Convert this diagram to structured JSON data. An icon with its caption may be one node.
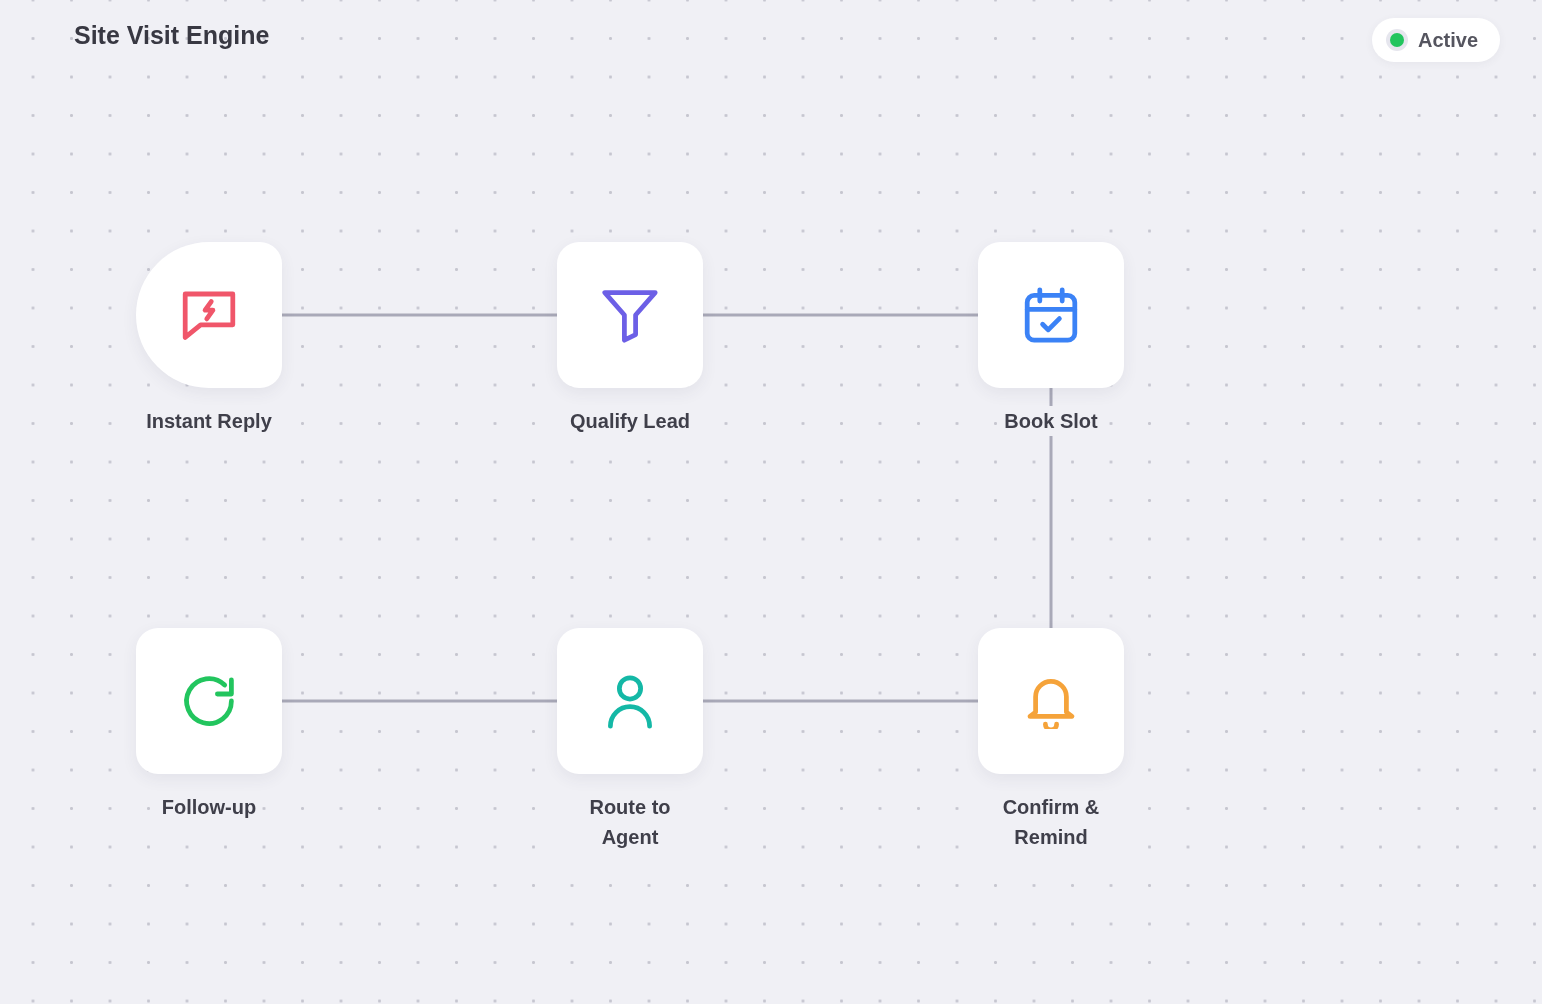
{
  "diagram": {
    "title": "Site Visit Engine",
    "nodes": [
      {
        "text": [
          "Instant Reply"
        ]
      },
      {
        "text": [
          "Qualify Lead"
        ]
      },
      {
        "text": [
          "Book Slot"
        ]
      },
      {
        "text": [
          "Follow-up"
        ]
      },
      {
        "text": [
          "Route to Agent"
        ]
      },
      {
        "text": [
          "Confirm & Remind"
        ]
      }
    ],
    "edges": [
      {
        "from": 0,
        "to": 1,
        "arrow": "none"
      },
      {
        "from": 1,
        "to": 2,
        "arrow": "none"
      },
      {
        "from": 2,
        "to": 5,
        "arrow": "none"
      },
      {
        "from": 5,
        "to": 4,
        "arrow": "none"
      },
      {
        "from": 4,
        "to": 3,
        "arrow": "none"
      }
    ],
    "labels": [
      "Active"
    ]
  }
}
